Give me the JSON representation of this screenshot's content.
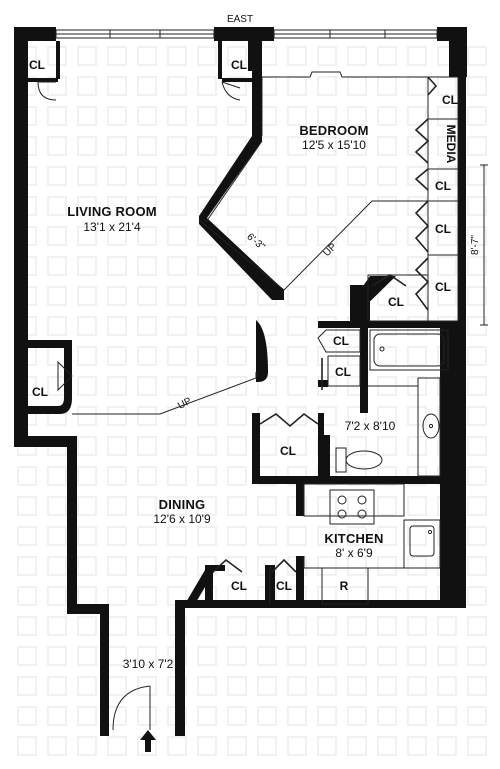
{
  "compass": {
    "direction": "EAST"
  },
  "rooms": {
    "living_room": {
      "name": "LIVING ROOM",
      "size": "13'1 x 21'4"
    },
    "bedroom": {
      "name": "BEDROOM",
      "size": "12'5 x 15'10"
    },
    "dining": {
      "name": "DINING",
      "size": "12'6 x 10'9"
    },
    "kitchen": {
      "name": "KITCHEN",
      "size": "8' x 6'9"
    },
    "bath": {
      "size": "7'2 x 8'10"
    },
    "foyer": {
      "size": "3'10 x 7'2"
    }
  },
  "closets": {
    "label": "CL",
    "media_label": "MEDIA",
    "refrigerator": "R"
  },
  "stairs": {
    "up_label": "UP"
  },
  "dimensions": {
    "diagonal_wall": "6'-3\"",
    "side_height": "8'-7\""
  },
  "colors": {
    "wall": "#111111",
    "watermark": "#f1f1f1",
    "line": "#222222"
  }
}
